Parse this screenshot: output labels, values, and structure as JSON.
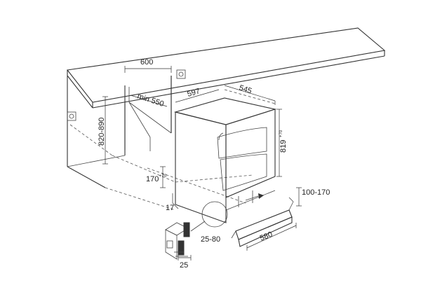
{
  "labels": {
    "width_600": "600",
    "min_550": "min 550",
    "width_597": "597",
    "depth_545": "545",
    "height_range": "820-890",
    "height_819": "819",
    "height_819_sup": "+70",
    "plinth_170": "170",
    "plinth_170_sup": "+70",
    "gap_17": "17",
    "plinth_100_170": "100-170",
    "plinth_580": "580",
    "range_25_80": "25-80",
    "thickness_25": "25"
  }
}
